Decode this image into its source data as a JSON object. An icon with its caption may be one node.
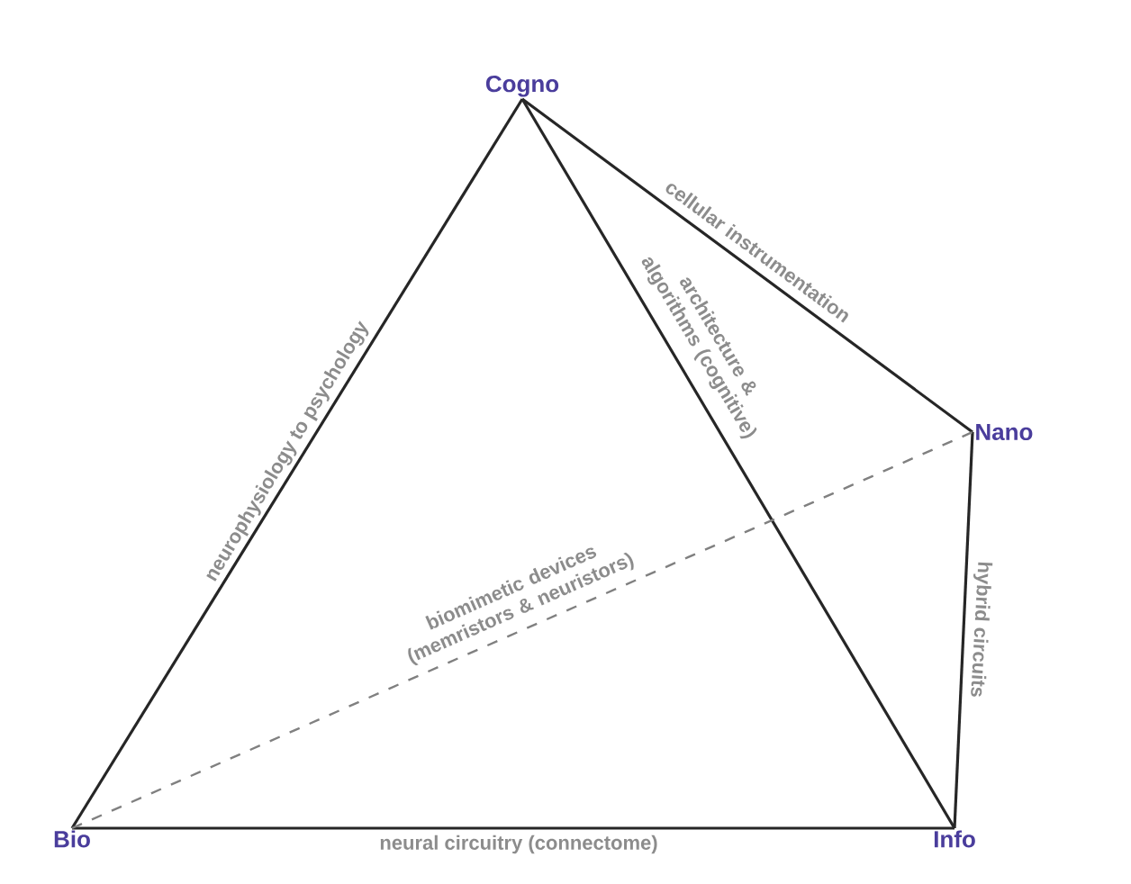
{
  "diagram": {
    "nodes": [
      {
        "text": [
          "Cogno"
        ]
      },
      {
        "text": [
          "Nano"
        ]
      },
      {
        "text": [
          "Bio"
        ]
      },
      {
        "text": [
          "Info"
        ]
      }
    ],
    "edges": [
      {
        "from": 2,
        "to": 0,
        "arrow": "none",
        "label": "neurophysiology to psychology"
      },
      {
        "from": 0,
        "to": 1,
        "arrow": "none",
        "label": "cellular instrumentation"
      },
      {
        "from": 0,
        "to": 3,
        "arrow": "none",
        "label": "architecture & algorithms (cognitive)"
      },
      {
        "from": 1,
        "to": 3,
        "arrow": "none",
        "label": "hybrid circuits"
      },
      {
        "from": 2,
        "to": 3,
        "arrow": "none",
        "label": "neural circuitry (connectome)"
      },
      {
        "from": 2,
        "to": 1,
        "arrow": "none",
        "style": "dashed",
        "label": "biomimetic devices (memristors & neuristors)"
      }
    ]
  }
}
